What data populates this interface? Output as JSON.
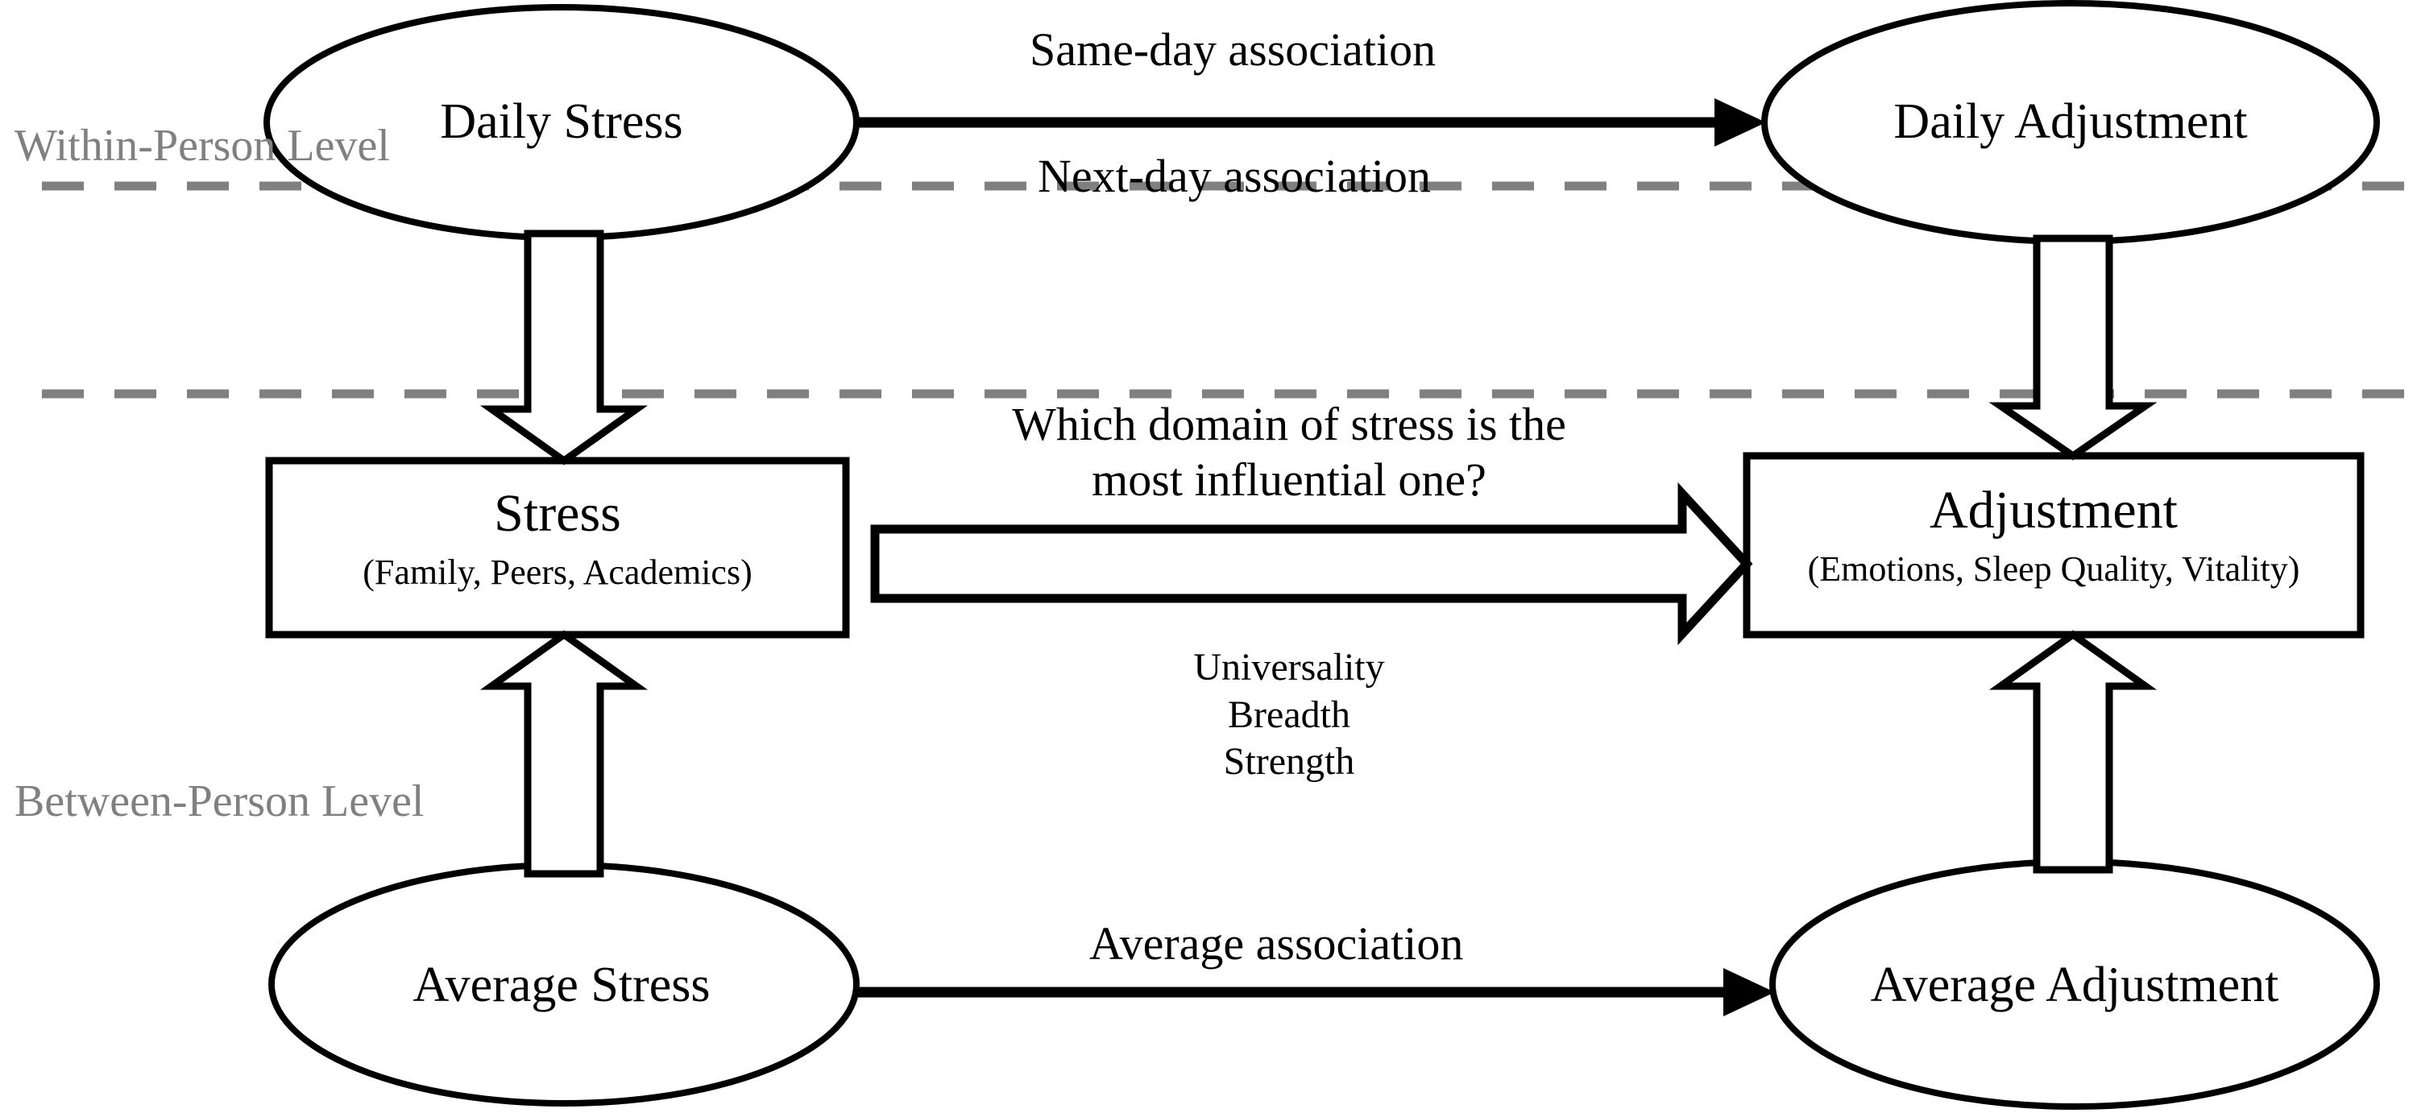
{
  "diagram": {
    "title": "Conceptual model of daily and average stress and adjustment",
    "colors": {
      "stroke": "#000000",
      "level_divider": "#808080",
      "level_label": "#808080",
      "background": "#ffffff"
    },
    "nodes": {
      "daily_stress": {
        "label": "Daily Stress",
        "shape": "ellipse"
      },
      "daily_adjustment": {
        "label": "Daily Adjustment",
        "shape": "ellipse"
      },
      "stress": {
        "label": "Stress",
        "sublabel": "(Family, Peers, Academics)",
        "shape": "rectangle"
      },
      "adjustment": {
        "label": "Adjustment",
        "sublabel": "(Emotions, Sleep Quality, Vitality)",
        "shape": "rectangle"
      },
      "average_stress": {
        "label": "Average Stress",
        "shape": "ellipse"
      },
      "average_adjustment": {
        "label": "Average Adjustment",
        "shape": "ellipse"
      }
    },
    "edge_labels": {
      "same_day": "Same-day association",
      "next_day": "Next-day association",
      "average": "Average association"
    },
    "center": {
      "question_line1": "Which domain of stress is the",
      "question_line2": "most influential one?",
      "criteria": [
        "Universality",
        "Breadth",
        "Strength"
      ]
    },
    "levels": {
      "within": "Within-Person Level",
      "between": "Between-Person Level"
    }
  }
}
